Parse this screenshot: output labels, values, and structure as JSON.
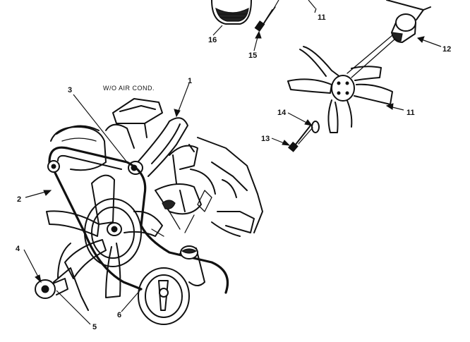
{
  "caption": "W/O AIR COND.",
  "callouts": {
    "c1": "1",
    "c2": "2",
    "c3": "3",
    "c4": "4",
    "c5": "5",
    "c6": "6",
    "c11a": "11",
    "c11b": "11",
    "c12": "12",
    "c13": "13",
    "c14": "14",
    "c15": "15",
    "c16": "16"
  }
}
